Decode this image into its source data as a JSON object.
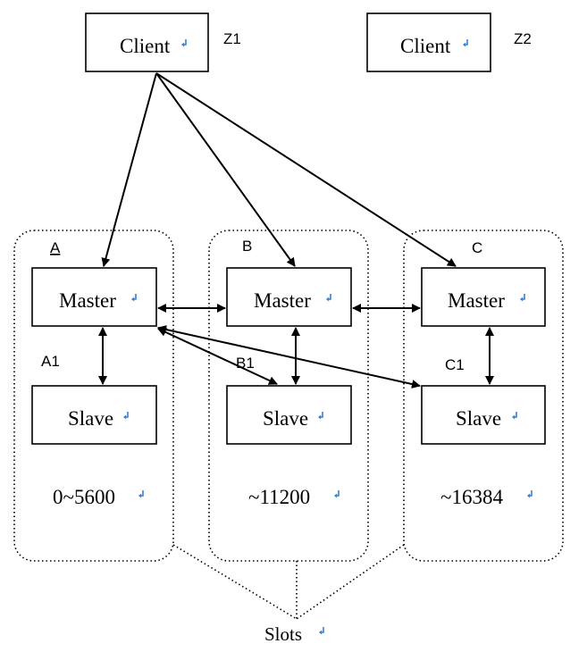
{
  "clients": [
    {
      "label": "Client",
      "tag": "Z1"
    },
    {
      "label": "Client",
      "tag": "Z2"
    }
  ],
  "groups": [
    {
      "tag": "A",
      "slave_tag": "A1",
      "master_label": "Master",
      "slave_label": "Slave",
      "range": "0~5600"
    },
    {
      "tag": "B",
      "slave_tag": "B1",
      "master_label": "Master",
      "slave_label": "Slave",
      "range": "~11200"
    },
    {
      "tag": "C",
      "slave_tag": "C1",
      "master_label": "Master",
      "slave_label": "Slave",
      "range": "~16384"
    }
  ],
  "slots_label": "Slots",
  "colors": {
    "line": "#000000",
    "return_mark": "#3a7fd4",
    "background": "#ffffff"
  },
  "icons": {
    "paragraph_mark": "return-arrow-icon"
  }
}
